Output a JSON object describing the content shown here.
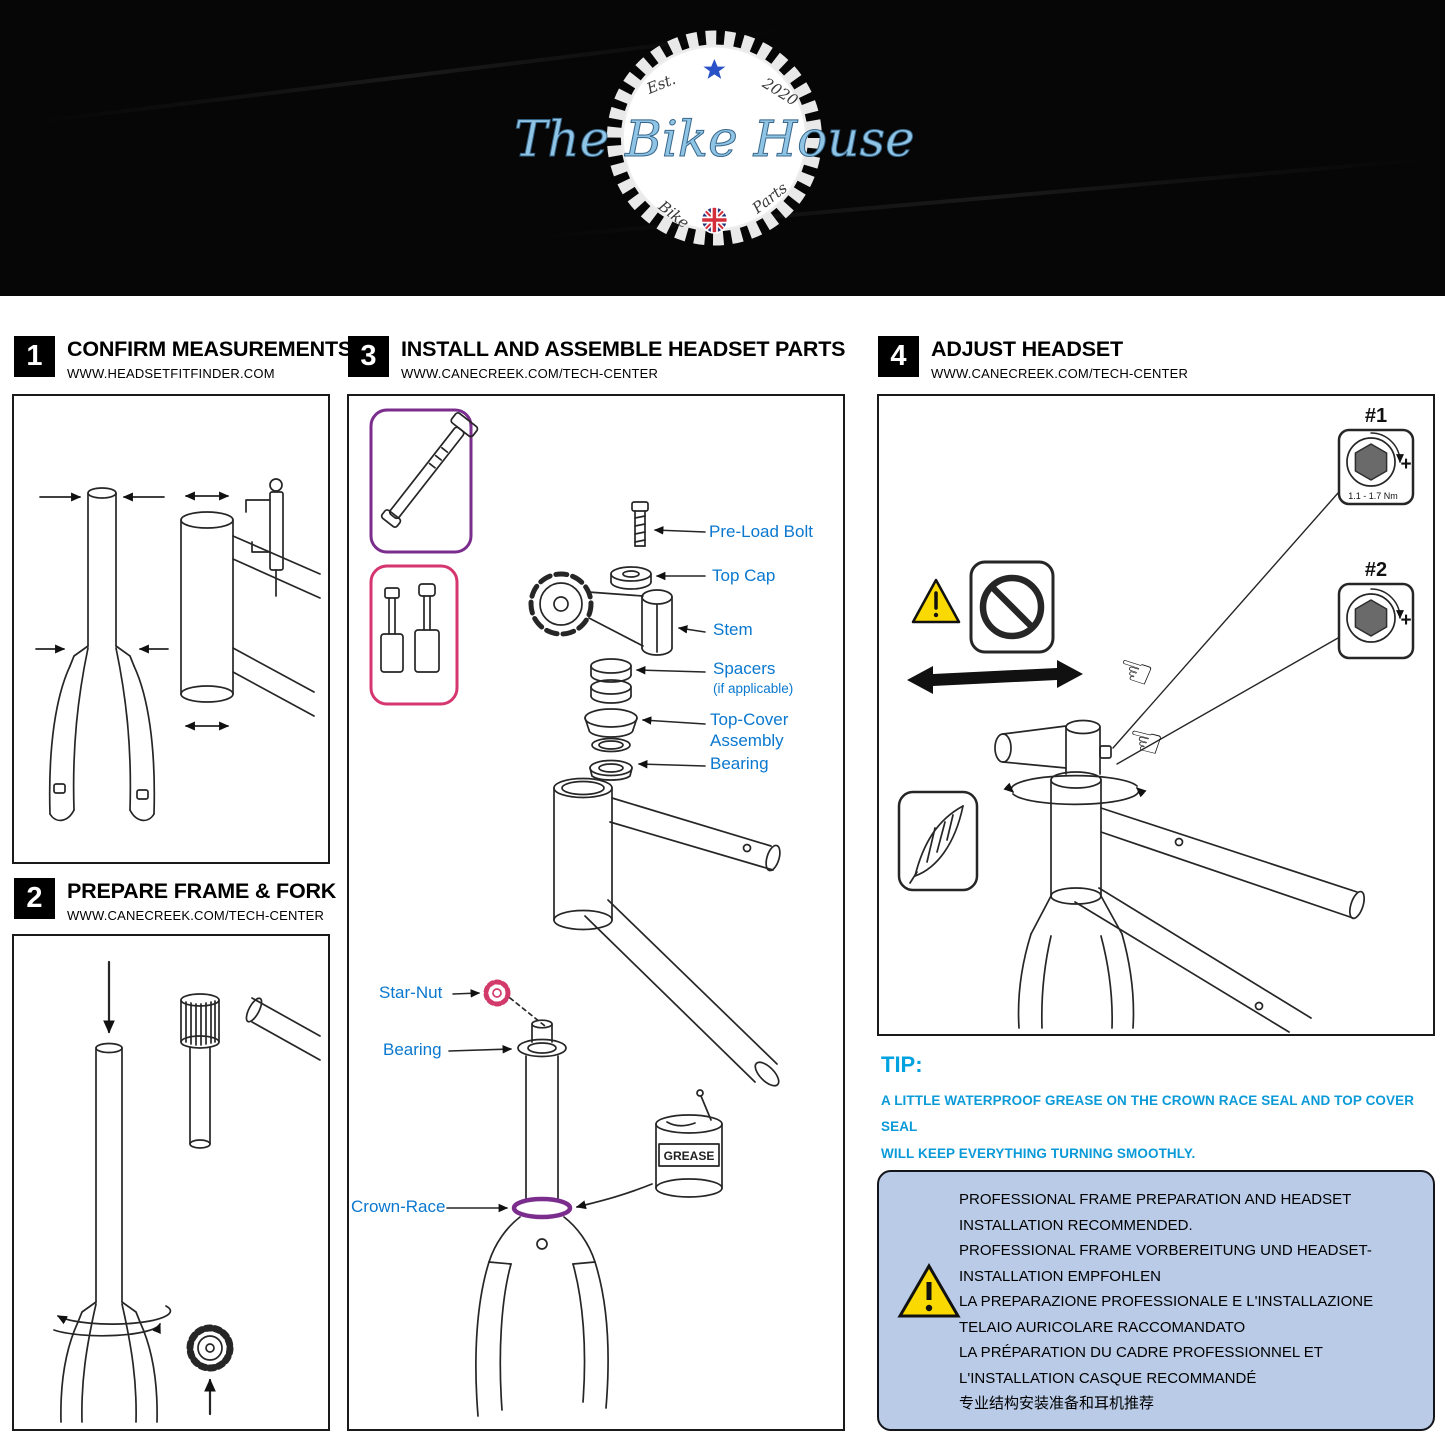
{
  "brand": {
    "name": "The Bike House",
    "est_label": "Est.",
    "year": "2020",
    "badge_left": "Bike",
    "badge_right": "Parts"
  },
  "steps": [
    {
      "num": "1",
      "title": "CONFIRM MEASUREMENTS",
      "url": "WWW.HEADSETFITFINDER.COM"
    },
    {
      "num": "2",
      "title": "PREPARE FRAME & FORK",
      "url": "WWW.CANECREEK.COM/TECH-CENTER"
    },
    {
      "num": "3",
      "title": "INSTALL AND ASSEMBLE HEADSET PARTS",
      "url": "WWW.CANECREEK.COM/TECH-CENTER"
    },
    {
      "num": "4",
      "title": "ADJUST HEADSET",
      "url": "WWW.CANECREEK.COM/TECH-CENTER"
    }
  ],
  "panel3": {
    "labels": {
      "preload_bolt": "Pre-Load Bolt",
      "top_cap": "Top Cap",
      "stem": "Stem",
      "spacers": "Spacers",
      "spacers_note": "(if applicable)",
      "top_cover_1": "Top-Cover",
      "top_cover_2": "Assembly",
      "bearing_upper": "Bearing",
      "star_nut": "Star-Nut",
      "bearing_lower": "Bearing",
      "crown_race": "Crown-Race",
      "grease": "GREASE"
    }
  },
  "panel4": {
    "tool1_label": "#1",
    "tool1_torque": "1.1 - 1.7 Nm",
    "tool2_label": "#2",
    "plus": "+"
  },
  "tip": {
    "label": "TIP:",
    "line1": "A LITTLE WATERPROOF GREASE ON THE CROWN RACE SEAL AND TOP COVER SEAL",
    "line2": "WILL KEEP EVERYTHING TURNING SMOOTHLY."
  },
  "notice": {
    "lines": [
      "PROFESSIONAL FRAME PREPARATION AND HEADSET",
      "INSTALLATION RECOMMENDED.",
      "PROFESSIONAL FRAME VORBEREITUNG UND HEADSET-",
      "INSTALLATION EMPFOHLEN",
      "LA PREPARAZIONE PROFESSIONALE E L'INSTALLAZIONE",
      "TELAIO AURICOLARE RACCOMANDATO",
      "LA PRÉPARATION DU CADRE PROFESSIONNEL ET",
      "L'INSTALLATION CASQUE RECOMMANDÉ",
      "专业结构安装准备和耳机推荐"
    ]
  },
  "icons": {
    "warning-icon": "yellow triangle with exclamation",
    "prohibited-icon": "circle with slash",
    "feather-icon": "feather (light touch)",
    "hex-wrench-icon": "allen key socket with + rotation",
    "double-arrow-icon": "two-headed horizontal arrow",
    "hand-icon": "☜",
    "star-icon": "★",
    "uk-flag-icon": "union jack roundel",
    "grease-can-icon": "grease tin",
    "caliper-icon": "vernier caliper"
  },
  "colors": {
    "label_blue": "#0a78cf",
    "tip_blue": "#00a3e0",
    "accent_purple": "#7b2d8e",
    "accent_pink": "#d6366f",
    "notice_bg": "#b9cbe7",
    "warning_yellow": "#f9d900"
  }
}
